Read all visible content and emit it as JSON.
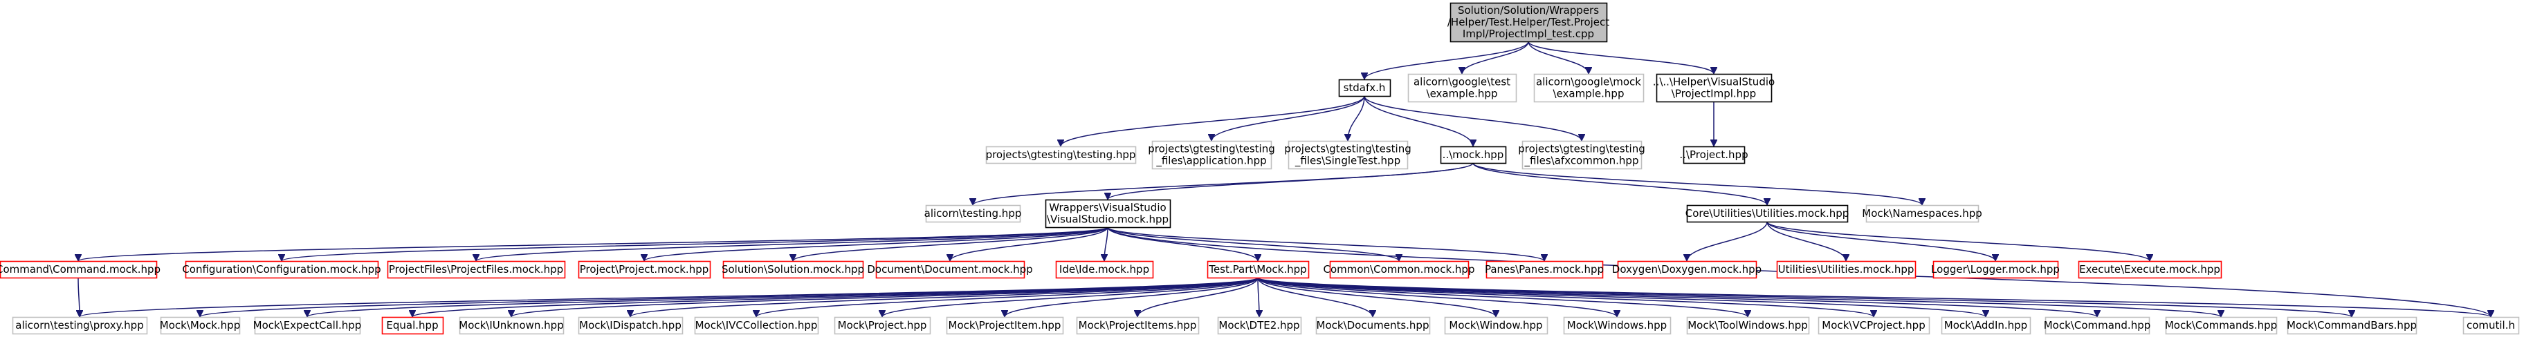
{
  "graph": {
    "edge_color": "#191970",
    "style_colors": {
      "root": {
        "fill": "#bfbfbf",
        "stroke": "#000000"
      },
      "normal": {
        "fill": "#ffffff",
        "stroke": "#000000"
      },
      "missing": {
        "fill": "#ffffff",
        "stroke": "#bfbfbf"
      },
      "truncated": {
        "fill": "#ffffff",
        "stroke": "#ff0000"
      }
    },
    "nodes": [
      {
        "id": "root",
        "lines": [
          "Solution/Solution/Wrappers",
          "/Helper/Test.Helper/Test.Project",
          "Impl/ProjectImpl_test.cpp"
        ],
        "style": "root"
      },
      {
        "id": "stdafx",
        "lines": [
          "stdafx.h"
        ],
        "style": "normal"
      },
      {
        "id": "gtest_example",
        "lines": [
          "alicorn\\google\\test",
          "\\example.hpp"
        ],
        "style": "missing"
      },
      {
        "id": "gmock_example",
        "lines": [
          "alicorn\\google\\mock",
          "\\example.hpp"
        ],
        "style": "missing"
      },
      {
        "id": "projimpl",
        "lines": [
          "..\\..\\Helper\\VisualStudio",
          "\\ProjectImpl.hpp"
        ],
        "style": "normal"
      },
      {
        "id": "gt_testing",
        "lines": [
          "projects\\gtesting\\testing.hpp"
        ],
        "style": "missing"
      },
      {
        "id": "gt_application",
        "lines": [
          "projects\\gtesting\\testing",
          "_files\\application.hpp"
        ],
        "style": "missing"
      },
      {
        "id": "gt_singletest",
        "lines": [
          "projects\\gtesting\\testing",
          "_files\\SingleTest.hpp"
        ],
        "style": "missing"
      },
      {
        "id": "mock",
        "lines": [
          "..\\mock.hpp"
        ],
        "style": "normal"
      },
      {
        "id": "gt_afxcommon",
        "lines": [
          "projects\\gtesting\\testing",
          "_files\\afxcommon.hpp"
        ],
        "style": "missing"
      },
      {
        "id": "project",
        "lines": [
          "..\\Project.hpp"
        ],
        "style": "normal"
      },
      {
        "id": "alicorn_testing",
        "lines": [
          "alicorn\\testing.hpp"
        ],
        "style": "missing"
      },
      {
        "id": "vsmock",
        "lines": [
          "Wrappers\\VisualStudio",
          "\\VisualStudio.mock.hpp"
        ],
        "style": "normal"
      },
      {
        "id": "utilmock",
        "lines": [
          "Core\\Utilities\\Utilities.mock.hpp"
        ],
        "style": "normal"
      },
      {
        "id": "namespaces",
        "lines": [
          "Mock\\Namespaces.hpp"
        ],
        "style": "missing"
      },
      {
        "id": "command_mock",
        "lines": [
          "Command\\Command.mock.hpp"
        ],
        "style": "truncated"
      },
      {
        "id": "configuration_mock",
        "lines": [
          "Configuration\\Configuration.mock.hpp"
        ],
        "style": "truncated"
      },
      {
        "id": "projectfiles_mock",
        "lines": [
          "ProjectFiles\\ProjectFiles.mock.hpp"
        ],
        "style": "truncated"
      },
      {
        "id": "project_mock",
        "lines": [
          "Project\\Project.mock.hpp"
        ],
        "style": "truncated"
      },
      {
        "id": "solution_mock",
        "lines": [
          "Solution\\Solution.mock.hpp"
        ],
        "style": "truncated"
      },
      {
        "id": "document_mock",
        "lines": [
          "Document\\Document.mock.hpp"
        ],
        "style": "truncated"
      },
      {
        "id": "ide_mock",
        "lines": [
          "Ide\\Ide.mock.hpp"
        ],
        "style": "truncated"
      },
      {
        "id": "testpart",
        "lines": [
          "Test.Part\\Mock.hpp"
        ],
        "style": "truncated"
      },
      {
        "id": "common_mock",
        "lines": [
          "Common\\Common.mock.hpp"
        ],
        "style": "truncated"
      },
      {
        "id": "panes_mock",
        "lines": [
          "Panes\\Panes.mock.hpp"
        ],
        "style": "truncated"
      },
      {
        "id": "doxygen_mock",
        "lines": [
          "Doxygen\\Doxygen.mock.hpp"
        ],
        "style": "truncated"
      },
      {
        "id": "utilities_mock",
        "lines": [
          "Utilities\\Utilities.mock.hpp"
        ],
        "style": "truncated"
      },
      {
        "id": "logger_mock",
        "lines": [
          "Logger\\Logger.mock.hpp"
        ],
        "style": "truncated"
      },
      {
        "id": "execute_mock",
        "lines": [
          "Execute\\Execute.mock.hpp"
        ],
        "style": "truncated"
      },
      {
        "id": "proxy",
        "lines": [
          "alicorn\\testing\\proxy.hpp"
        ],
        "style": "missing"
      },
      {
        "id": "m_mock",
        "lines": [
          "Mock\\Mock.hpp"
        ],
        "style": "missing"
      },
      {
        "id": "m_expectcall",
        "lines": [
          "Mock\\ExpectCall.hpp"
        ],
        "style": "missing"
      },
      {
        "id": "equal",
        "lines": [
          "Equal.hpp"
        ],
        "style": "truncated"
      },
      {
        "id": "m_iunknown",
        "lines": [
          "Mock\\IUnknown.hpp"
        ],
        "style": "missing"
      },
      {
        "id": "m_idispatch",
        "lines": [
          "Mock\\IDispatch.hpp"
        ],
        "style": "missing"
      },
      {
        "id": "m_ivccollection",
        "lines": [
          "Mock\\IVCCollection.hpp"
        ],
        "style": "missing"
      },
      {
        "id": "m_project",
        "lines": [
          "Mock\\Project.hpp"
        ],
        "style": "missing"
      },
      {
        "id": "m_projectitem",
        "lines": [
          "Mock\\ProjectItem.hpp"
        ],
        "style": "missing"
      },
      {
        "id": "m_projectitems",
        "lines": [
          "Mock\\ProjectItems.hpp"
        ],
        "style": "missing"
      },
      {
        "id": "m_dte2",
        "lines": [
          "Mock\\DTE2.hpp"
        ],
        "style": "missing"
      },
      {
        "id": "m_documents",
        "lines": [
          "Mock\\Documents.hpp"
        ],
        "style": "missing"
      },
      {
        "id": "m_window",
        "lines": [
          "Mock\\Window.hpp"
        ],
        "style": "missing"
      },
      {
        "id": "m_windows",
        "lines": [
          "Mock\\Windows.hpp"
        ],
        "style": "missing"
      },
      {
        "id": "m_toolwindows",
        "lines": [
          "Mock\\ToolWindows.hpp"
        ],
        "style": "missing"
      },
      {
        "id": "m_vcproject",
        "lines": [
          "Mock\\VCProject.hpp"
        ],
        "style": "missing"
      },
      {
        "id": "m_addin",
        "lines": [
          "Mock\\AddIn.hpp"
        ],
        "style": "missing"
      },
      {
        "id": "m_command",
        "lines": [
          "Mock\\Command.hpp"
        ],
        "style": "missing"
      },
      {
        "id": "m_commands",
        "lines": [
          "Mock\\Commands.hpp"
        ],
        "style": "missing"
      },
      {
        "id": "m_commandbars",
        "lines": [
          "Mock\\CommandBars.hpp"
        ],
        "style": "missing"
      },
      {
        "id": "comutil",
        "lines": [
          "comutil.h"
        ],
        "style": "missing"
      }
    ],
    "edges": [
      [
        "root",
        "stdafx"
      ],
      [
        "root",
        "gtest_example"
      ],
      [
        "root",
        "gmock_example"
      ],
      [
        "root",
        "projimpl"
      ],
      [
        "stdafx",
        "gt_testing"
      ],
      [
        "stdafx",
        "gt_application"
      ],
      [
        "stdafx",
        "gt_singletest"
      ],
      [
        "stdafx",
        "mock"
      ],
      [
        "stdafx",
        "gt_afxcommon"
      ],
      [
        "projimpl",
        "project"
      ],
      [
        "mock",
        "alicorn_testing"
      ],
      [
        "mock",
        "vsmock"
      ],
      [
        "mock",
        "utilmock"
      ],
      [
        "mock",
        "namespaces"
      ],
      [
        "vsmock",
        "command_mock"
      ],
      [
        "vsmock",
        "configuration_mock"
      ],
      [
        "vsmock",
        "projectfiles_mock"
      ],
      [
        "vsmock",
        "project_mock"
      ],
      [
        "vsmock",
        "solution_mock"
      ],
      [
        "vsmock",
        "document_mock"
      ],
      [
        "vsmock",
        "ide_mock"
      ],
      [
        "vsmock",
        "testpart"
      ],
      [
        "vsmock",
        "common_mock"
      ],
      [
        "vsmock",
        "panes_mock"
      ],
      [
        "vsmock",
        "comutil"
      ],
      [
        "utilmock",
        "doxygen_mock"
      ],
      [
        "utilmock",
        "utilities_mock"
      ],
      [
        "utilmock",
        "logger_mock"
      ],
      [
        "utilmock",
        "execute_mock"
      ],
      [
        "command_mock",
        "proxy"
      ],
      [
        "testpart",
        "proxy"
      ],
      [
        "testpart",
        "m_mock"
      ],
      [
        "testpart",
        "m_expectcall"
      ],
      [
        "testpart",
        "equal"
      ],
      [
        "testpart",
        "m_iunknown"
      ],
      [
        "testpart",
        "m_idispatch"
      ],
      [
        "testpart",
        "m_ivccollection"
      ],
      [
        "testpart",
        "m_project"
      ],
      [
        "testpart",
        "m_projectitem"
      ],
      [
        "testpart",
        "m_projectitems"
      ],
      [
        "testpart",
        "m_dte2"
      ],
      [
        "testpart",
        "m_documents"
      ],
      [
        "testpart",
        "m_window"
      ],
      [
        "testpart",
        "m_windows"
      ],
      [
        "testpart",
        "m_toolwindows"
      ],
      [
        "testpart",
        "m_vcproject"
      ],
      [
        "testpart",
        "m_addin"
      ],
      [
        "testpart",
        "m_command"
      ],
      [
        "testpart",
        "m_commands"
      ],
      [
        "testpart",
        "m_commandbars"
      ],
      [
        "testpart",
        "comutil"
      ]
    ]
  }
}
